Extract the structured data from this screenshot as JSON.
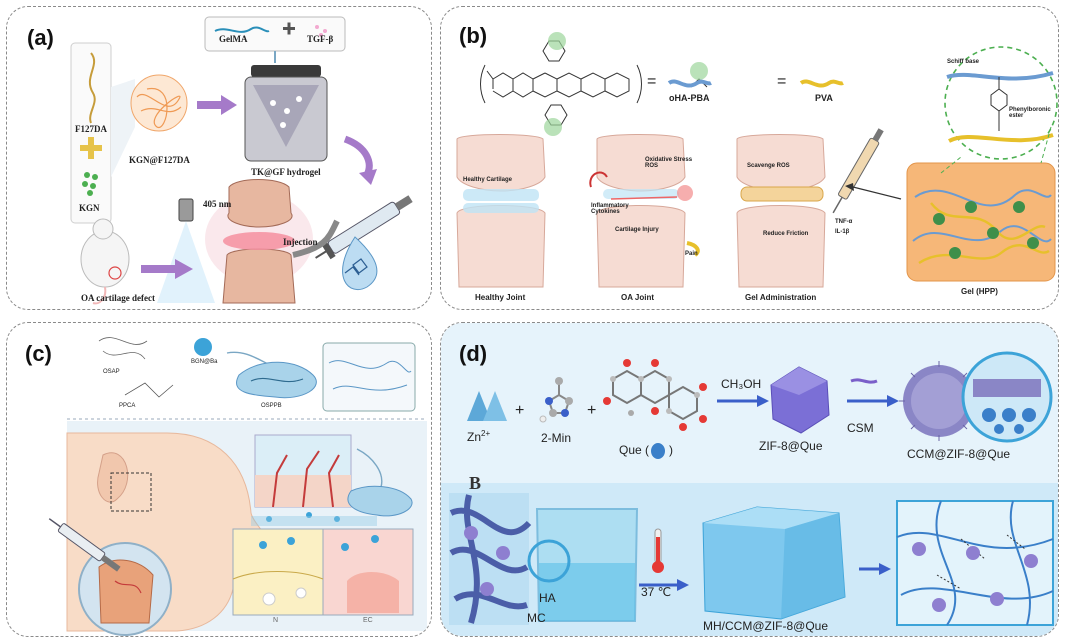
{
  "panels": {
    "a": {
      "label": "(a)",
      "gelma": "GelMA",
      "tgf": "TGF-β",
      "f127da": "F127DA",
      "kgn": "KGN",
      "kgn_f127da": "KGN@F127DA",
      "hydrogel": "TK@GF hydrogel",
      "wavelength": "405 nm",
      "injection": "Injection",
      "oa_defect": "OA cartilage defect"
    },
    "b": {
      "label": "(b)",
      "eq1": "=",
      "eq2": "=",
      "oha_pba": "oHA-PBA",
      "pva": "PVA",
      "schiff": "Schiff base",
      "phenyl": "Phenylboronic ester",
      "healthy_cartilage": "Healthy Cartilage",
      "inflammatory": "Inflammatory Cytokines",
      "oxidative": "Oxidative Stress ROS",
      "cartilage_injury": "Cartilage Injury",
      "pain": "Pain",
      "scavenge": "Scavenge ROS",
      "tnf": "TNF-α",
      "il": "IL-1β",
      "reduce_friction": "Reduce Friction",
      "healthy_joint": "Healthy Joint",
      "oa_joint": "OA Joint",
      "gel_admin": "Gel Administration",
      "gel_hpp": "Gel (HPP)"
    },
    "c": {
      "label": "(c)",
      "osap": "OSAP",
      "bgn": "BGN@Ba",
      "ppca": "PPCA",
      "osppb": "OSPPB",
      "n": "N",
      "ec": "EC"
    },
    "d": {
      "label": "(d)",
      "zn": "Zn",
      "zn_sup": "2+",
      "min": "2-Min",
      "que": "Que (",
      "que_close": ")",
      "ch3oh": "CH₃OH",
      "zif": "ZIF-8@Que",
      "csm": "CSM",
      "ccm": "CCM@ZIF-8@Que",
      "b_marker": "B",
      "temp": "37 ℃",
      "ha": "HA",
      "mc": "MC",
      "mh": "MH/CCM@ZIF-8@Que"
    }
  },
  "colors": {
    "panel_border": "#8a8a8a",
    "d_top_bg": "#e6f3fb",
    "d_bottom_bg": "#cfe9f8",
    "cube_blue": "#7ec8ee",
    "gel_orange": "#f6b778",
    "oha_blue": "#6b9bd1",
    "pva_yellow": "#e7c02b",
    "cartilage_pink": "#f5c6c6"
  }
}
